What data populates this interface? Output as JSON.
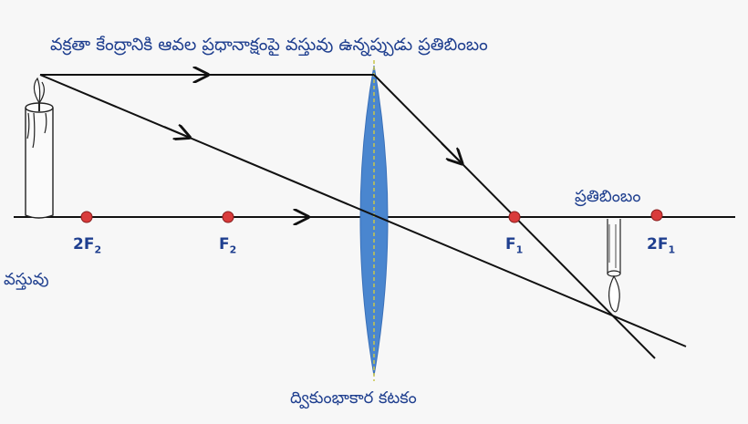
{
  "title": "వక్రతా కేంద్రానికి ఆవల ప్రధానాక్షంపై వస్తువు ఉన్నప్పుడు ప్రతిబింబం",
  "labels": {
    "image": "ప్రతిబింబం",
    "object": "వస్తువు",
    "lens": "ద్వికుంభాకార కటకం"
  },
  "points": {
    "twoF2": {
      "main": "2F",
      "sub": "2"
    },
    "F2": {
      "main": "F",
      "sub": "2"
    },
    "F1": {
      "main": "F",
      "sub": "1"
    },
    "twoF1": {
      "main": "2F",
      "sub": "1"
    }
  },
  "colors": {
    "text": "#1f3f8f",
    "lens_fill": "#4a86cf",
    "lens_axis": "#c9c64a",
    "focal_point": "#d93b3b",
    "ray": "#111111"
  }
}
